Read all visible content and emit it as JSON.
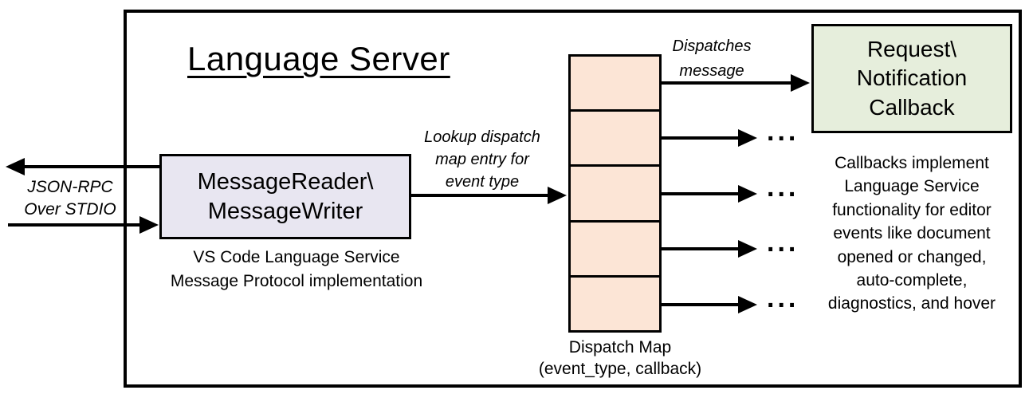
{
  "colors": {
    "ink": "#000000",
    "reader_fill": "#e8e6f1",
    "dispatch_fill": "#fce5d6",
    "callback_fill": "#e6eedc"
  },
  "title": "Language Server",
  "stdio": {
    "label": "JSON-RPC\nOver STDIO"
  },
  "reader_writer": {
    "label": "MessageReader\\\nMessageWriter",
    "caption": "VS Code Language Service\nMessage Protocol implementation"
  },
  "lookup": {
    "label": "Lookup dispatch\nmap entry for\nevent type"
  },
  "dispatch_map": {
    "caption": "Dispatch Map\n(event_type, callback)",
    "row_count": 5,
    "ellipsis": "..."
  },
  "dispatches": {
    "label": "Dispatches\nmessage"
  },
  "callback_box": {
    "label": "Request\\\nNotification\nCallback"
  },
  "callbacks_note": "Callbacks implement\nLanguage Service\nfunctionality for editor\nevents like document\nopened or changed,\nauto-complete,\ndiagnostics, and hover"
}
